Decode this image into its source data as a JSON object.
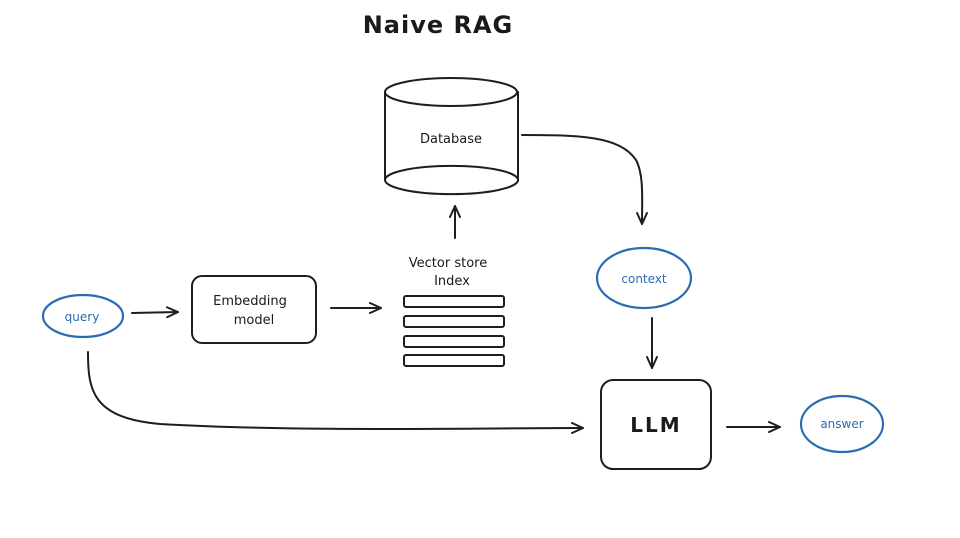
{
  "title": "Naive RAG",
  "nodes": {
    "database": "Database",
    "vector_store_line1": "Vector store",
    "vector_store_line2": "Index",
    "embedding_line1": "Embedding",
    "embedding_line2": "model",
    "query": "query",
    "context": "context",
    "llm": "LLM",
    "answer": "answer"
  },
  "colors": {
    "ink": "#1e1e1e",
    "accent_blue": "#2a6cb0",
    "background": "#ffffff"
  }
}
